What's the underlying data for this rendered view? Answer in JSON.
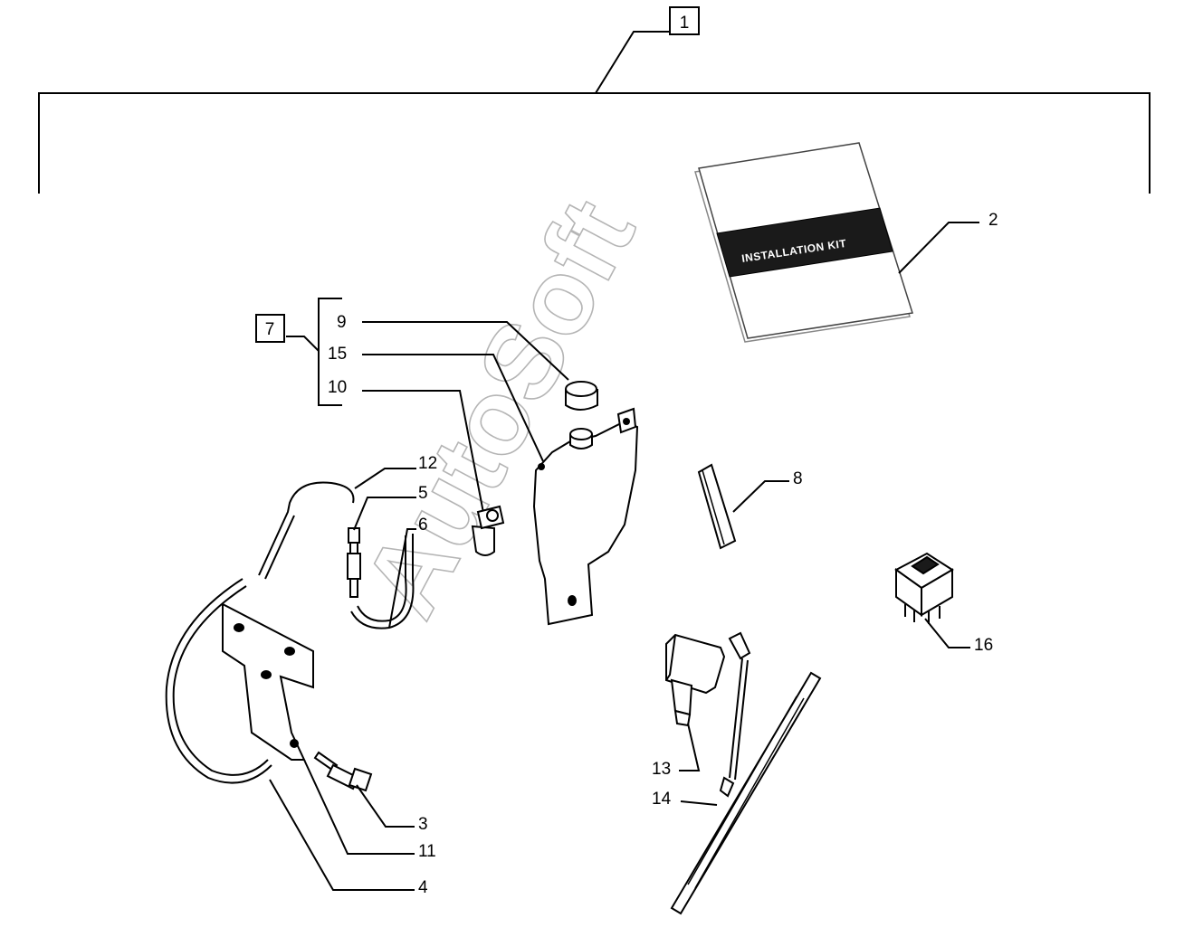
{
  "diagram": {
    "kit_label": "INSTALLATION KIT",
    "watermark": "AutoSoft",
    "boxed_refs": {
      "main_kit": "1",
      "reservoir_group": "7"
    },
    "callouts": {
      "c2": "2",
      "c3": "3",
      "c4": "4",
      "c5": "5",
      "c6": "6",
      "c8": "8",
      "c9": "9",
      "c10": "10",
      "c11": "11",
      "c12": "12",
      "c13": "13",
      "c14": "14",
      "c15": "15",
      "c16": "16"
    }
  }
}
